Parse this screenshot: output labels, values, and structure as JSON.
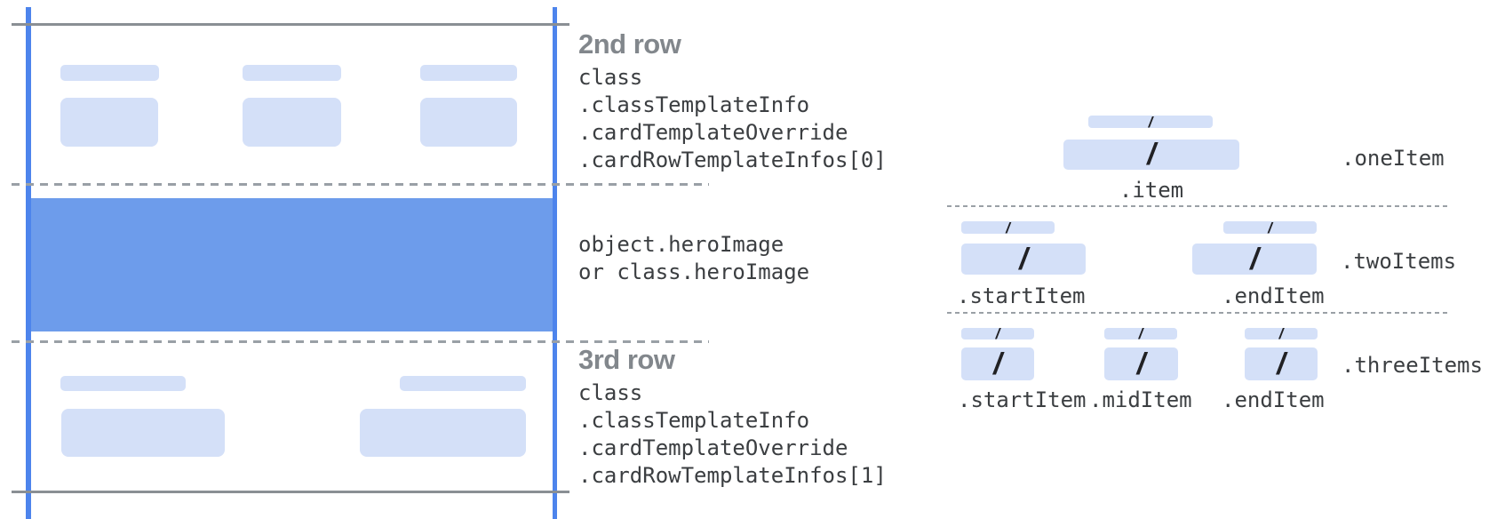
{
  "palette": {
    "accent_blue": "#4d84ec",
    "hero_blue": "#6d9ceb",
    "placeholder_blue": "#d4e0f8",
    "line_gray": "#8a8f94",
    "dash_gray": "#9aa0a6",
    "heading_gray": "#82878c",
    "code_text": "#3b3e41"
  },
  "left_panel": {
    "second_row": {
      "heading": "2nd row",
      "code_lines": [
        "class",
        ".classTemplateInfo",
        ".cardTemplateOverride",
        ".cardRowTemplateInfos[0]"
      ]
    },
    "hero": {
      "code_lines": [
        "object.heroImage",
        "or class.heroImage"
      ]
    },
    "third_row": {
      "heading": "3rd row",
      "code_lines": [
        "class",
        ".classTemplateInfo",
        ".cardTemplateOverride",
        ".cardRowTemplateInfos[1]"
      ]
    }
  },
  "right_panel": {
    "slash": "/",
    "rows": [
      {
        "name_label": ".oneItem",
        "item_labels": [
          ".item"
        ]
      },
      {
        "name_label": ".twoItems",
        "item_labels": [
          ".startItem",
          ".endItem"
        ]
      },
      {
        "name_label": ".threeItems",
        "item_labels": [
          ".startItem",
          ".midItem",
          ".endItem"
        ]
      }
    ]
  }
}
